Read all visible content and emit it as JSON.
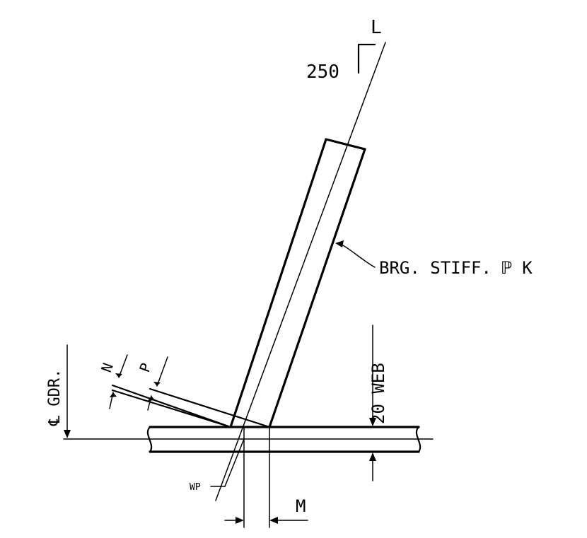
{
  "labels": {
    "callout_L": "L",
    "dim_250": "250",
    "stiffener_callout": "BRG. STIFF. ℙ K",
    "centerline_girder": "℄ GDR.",
    "dim_N": "N",
    "dim_P": "P",
    "web_thickness": "20 WEB",
    "work_point": "WP",
    "dim_M": "M"
  },
  "colors": {
    "line": "#000000",
    "background": "#ffffff"
  }
}
